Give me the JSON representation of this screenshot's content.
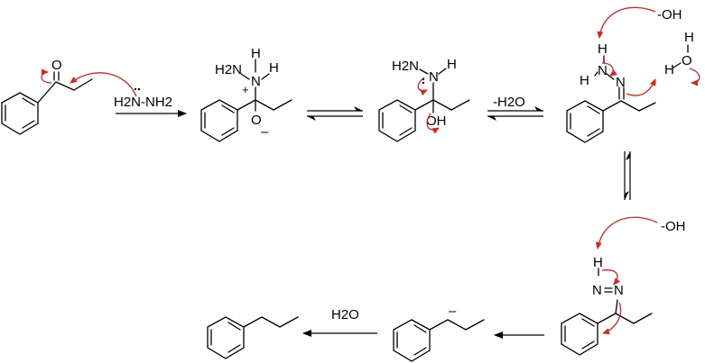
{
  "reagents": {
    "hydrazine": "H2N-NH2",
    "water_loss": "-H2O",
    "water": "H2O",
    "hydroxide": "-OH"
  },
  "atoms": {
    "o_ketone": "O",
    "nh2_add": "H2N",
    "n_plus": "N",
    "h_a": "H",
    "h_b": "H",
    "o_minus": "O",
    "nh2_b": "H2N",
    "n_b": "N",
    "h_c": "H",
    "oh": "OH",
    "h_hz": "H",
    "n_hz1": "N",
    "n_hz2": "N",
    "h_hz2": "H",
    "water_h1": "H",
    "water_o": "O",
    "water_h2": "H",
    "h_diazene": "H",
    "n_dz1": "N",
    "n_dz2": "N"
  },
  "charges": {
    "plus": "+",
    "minus": "–"
  },
  "colors": {
    "structure": "#000000",
    "electron_arrows": "#e0201b",
    "background": "#ffffff"
  }
}
